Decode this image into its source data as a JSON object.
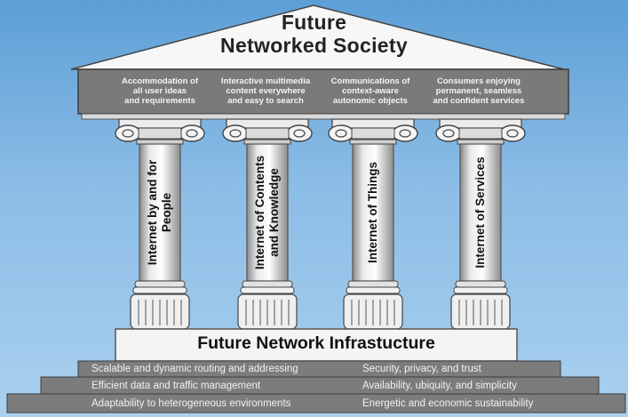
{
  "roof": {
    "title_line1": "Future",
    "title_line2": "Networked Society"
  },
  "frieze": [
    {
      "text": "Accommodation of\nall user ideas\nand requirements"
    },
    {
      "text": "Interactive multimedia\ncontent everywhere\nand easy to search"
    },
    {
      "text": "Communications of\ncontext-aware\nautonomic objects"
    },
    {
      "text": "Consumers enjoying\npermanent, seamless\nand confident services"
    }
  ],
  "pillars": [
    {
      "label": "Internet by and for People"
    },
    {
      "label": "Internet of Contents and Knowledge"
    },
    {
      "label": "Internet of Things"
    },
    {
      "label": "Internet of Services"
    }
  ],
  "base": {
    "title": "Future Network Infrastucture"
  },
  "steps": [
    {
      "left": "Scalable and dynamic routing and addressing",
      "right": "Security, privacy, and trust"
    },
    {
      "left": "Efficient data and traffic management",
      "right": "Availability, ubiquity, and simplicity"
    },
    {
      "left": "Adaptability to heterogeneous environments",
      "right": "Energetic and economic sustainability"
    }
  ],
  "colors": {
    "sky_top": "#5c9fd6",
    "sky_bottom": "#a9d0ef",
    "stone_light": "#f2f2f2",
    "stone_dark": "#6e6e6e",
    "frieze": "#7a7a7a",
    "steps": "#7c7c7c"
  }
}
